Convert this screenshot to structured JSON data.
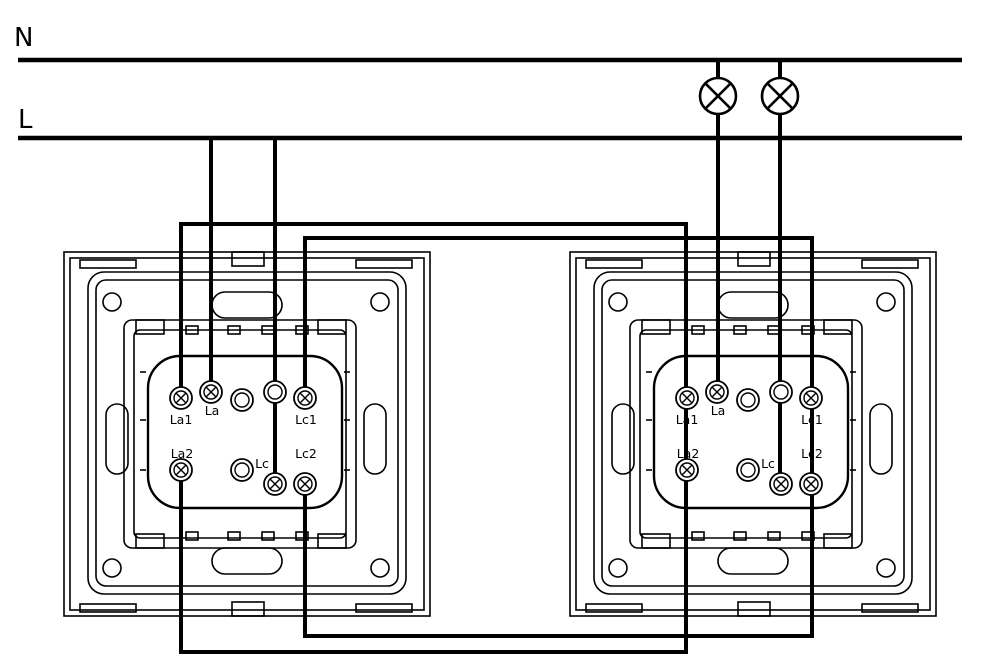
{
  "rails": {
    "neutral_label": "N",
    "live_label": "L"
  },
  "lamps": [
    {
      "id": "lamp-1"
    },
    {
      "id": "lamp-2"
    }
  ],
  "switches": [
    {
      "id": "switch-left",
      "terminals": {
        "la1": "La1",
        "la": "La",
        "lc1": "Lc1",
        "la2": "La2",
        "lc": "Lc",
        "lc2": "Lc2"
      }
    },
    {
      "id": "switch-right",
      "terminals": {
        "la1": "La1",
        "la": "La",
        "lc1": "Lc1",
        "la2": "La2",
        "lc": "Lc",
        "lc2": "Lc2"
      }
    }
  ],
  "colors": {
    "line": "#000000",
    "background": "#ffffff"
  }
}
